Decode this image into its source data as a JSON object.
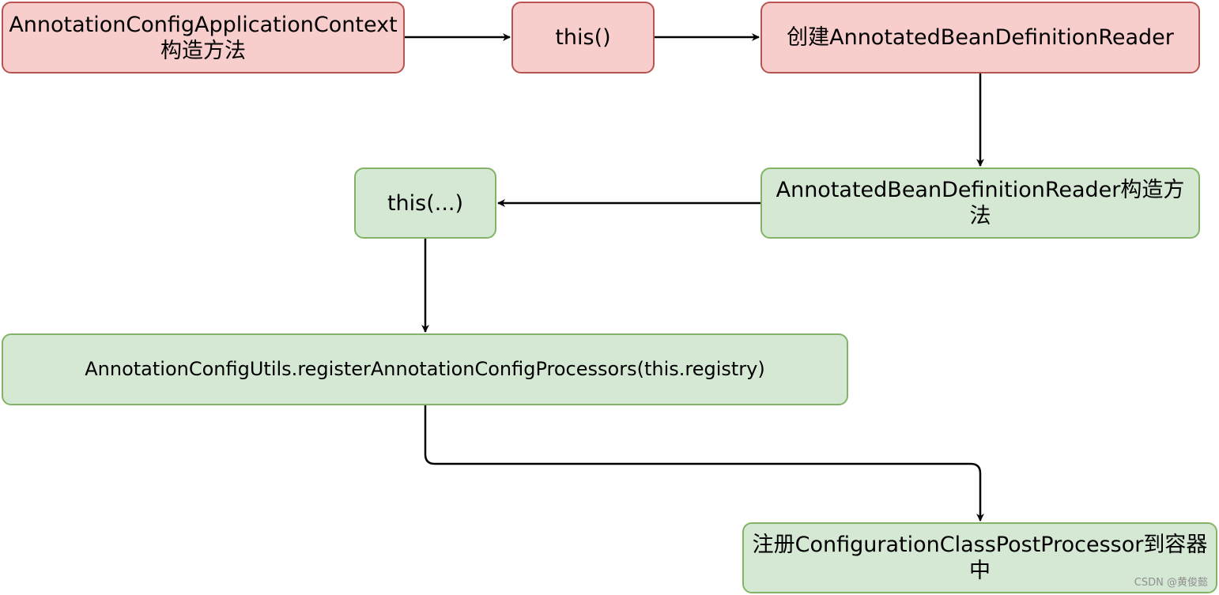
{
  "nodes": {
    "ctx_constructor": "AnnotationConfigApplicationContext构造方法",
    "this_call": "this()",
    "create_reader": "创建AnnotatedBeanDefinitionReader",
    "reader_constructor": "AnnotatedBeanDefinitionReader构造方法",
    "this_args": "this(...)",
    "register_processors": "AnnotationConfigUtils.registerAnnotationConfigProcessors(this.registry)",
    "register_ccpp": "注册ConfigurationClassPostProcessor到容器中"
  },
  "colors": {
    "red_fill": "#f8cecc",
    "red_stroke": "#b85450",
    "green_fill": "#d5e8d4",
    "green_stroke": "#82b366",
    "edge": "#000000"
  },
  "watermark": "CSDN @黄俊懿"
}
